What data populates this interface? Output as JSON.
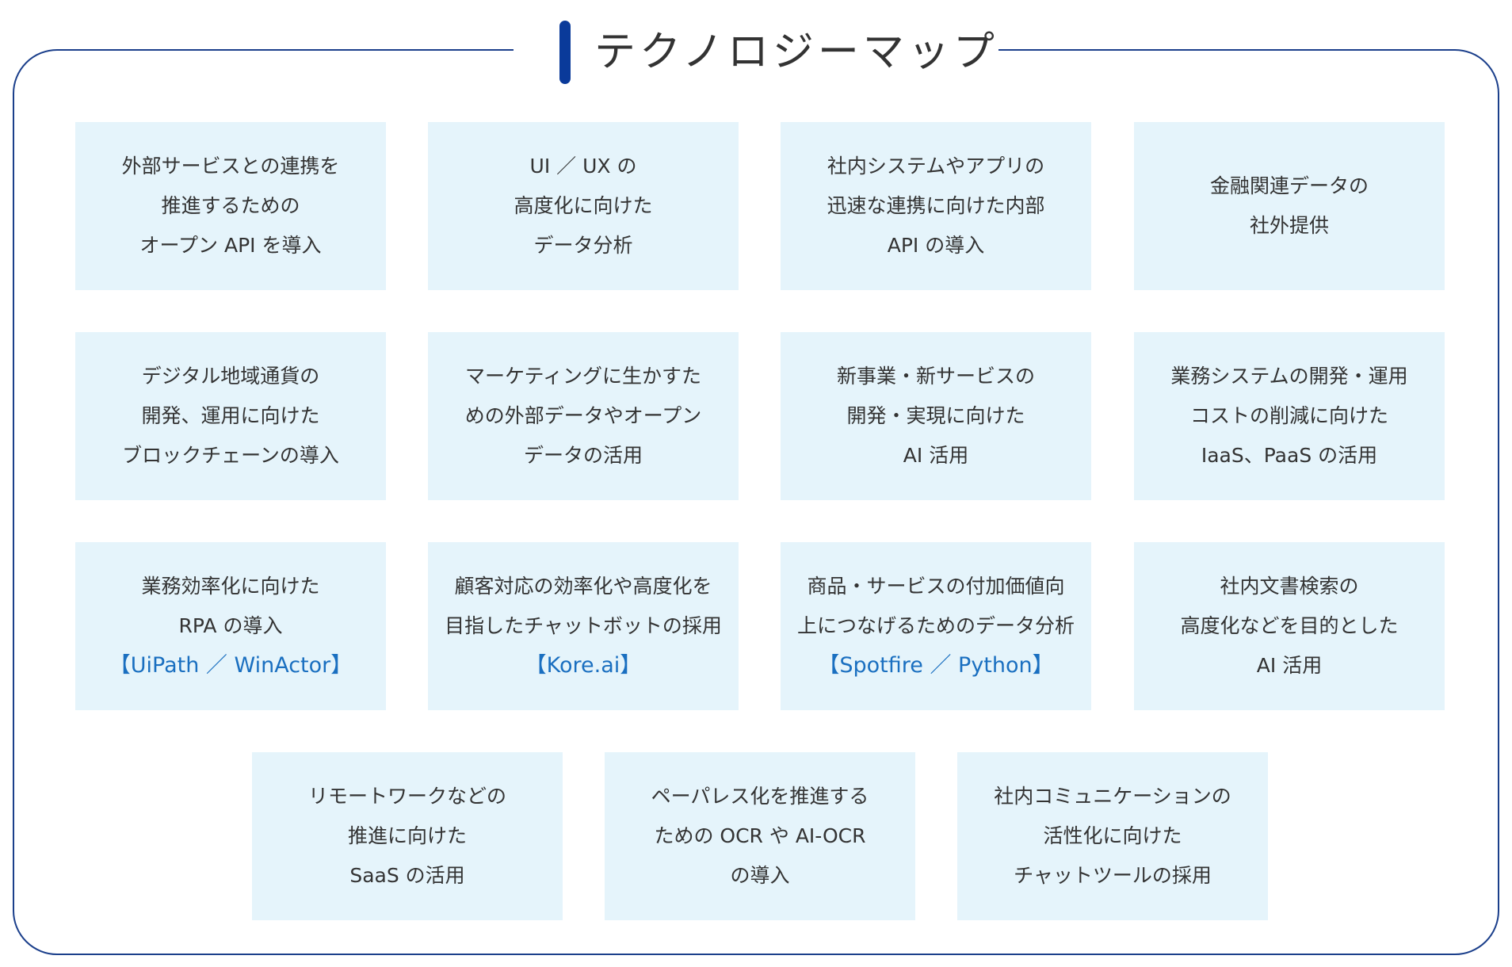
{
  "title": "テクノロジーマップ",
  "colors": {
    "frame": "#1b3f8b",
    "title_bar": "#0a3a9a",
    "card_background": "#e5f4fb",
    "accent_text": "#1a6fc0",
    "body_text": "#333333"
  },
  "cards": [
    {
      "lines": [
        "外部サービスとの連携を",
        "推進するための",
        "オープン API を導入"
      ]
    },
    {
      "lines": [
        "UI ／ UX の",
        "高度化に向けた",
        "データ分析"
      ]
    },
    {
      "lines": [
        "社内システムやアプリの",
        "迅速な連携に向けた内部",
        "API の導入"
      ]
    },
    {
      "lines": [
        "金融関連データの",
        "社外提供"
      ]
    },
    {
      "lines": [
        "デジタル地域通貨の",
        "開発、運用に向けた",
        "ブロックチェーンの導入"
      ]
    },
    {
      "lines": [
        "マーケティングに生かすた",
        "めの外部データやオープン",
        "データの活用"
      ]
    },
    {
      "lines": [
        "新事業・新サービスの",
        "開発・実現に向けた",
        "AI 活用"
      ]
    },
    {
      "lines": [
        "業務システムの開発・運用",
        "コストの削減に向けた",
        "IaaS、PaaS の活用"
      ]
    },
    {
      "lines": [
        "業務効率化に向けた",
        "RPA の導入"
      ],
      "accent": "【UiPath ／ WinActor】"
    },
    {
      "lines": [
        "顧客対応の効率化や高度化を",
        "目指したチャットボットの採用"
      ],
      "accent": "【Kore.ai】"
    },
    {
      "lines": [
        "商品・サービスの付加価値向",
        "上につなげるためのデータ分析"
      ],
      "accent": "【Spotfire ／ Python】"
    },
    {
      "lines": [
        "社内文書検索の",
        "高度化などを目的とした",
        "AI 活用"
      ]
    },
    {
      "lines": [
        "リモートワークなどの",
        "推進に向けた",
        "SaaS の活用"
      ]
    },
    {
      "lines": [
        "ペーパレス化を推進する",
        "ための OCR や AI-OCR",
        "の導入"
      ]
    },
    {
      "lines": [
        "社内コミュニケーションの",
        "活性化に向けた",
        "チャットツールの採用"
      ]
    }
  ]
}
